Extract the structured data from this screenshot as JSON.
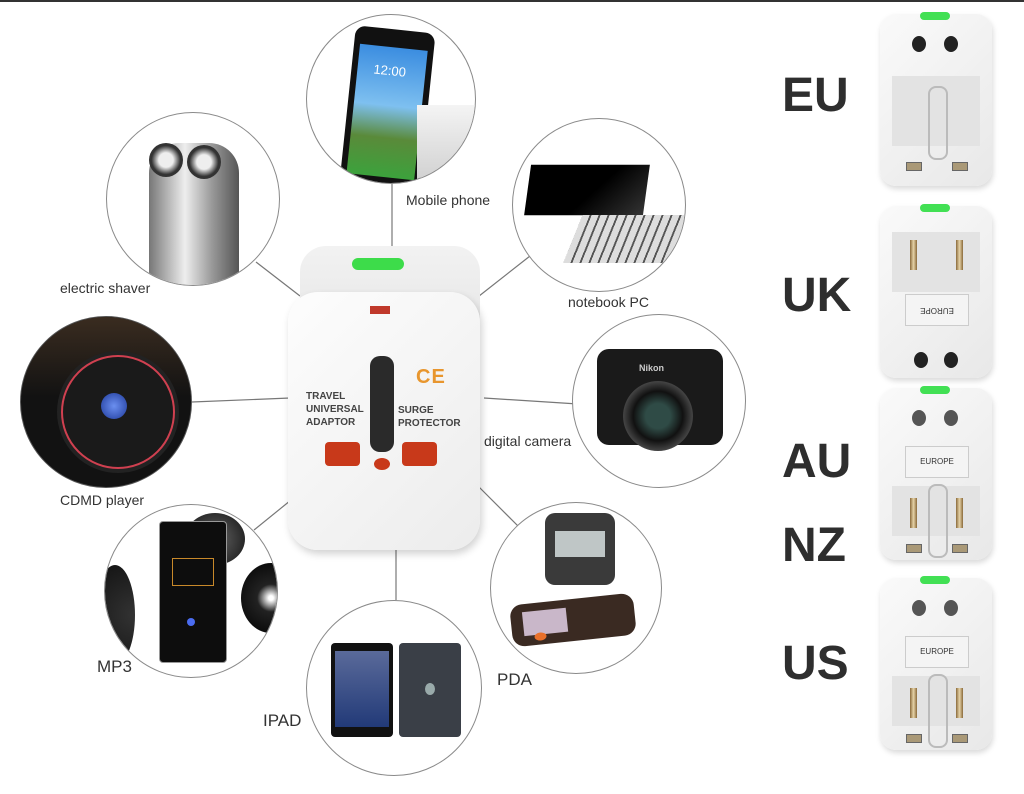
{
  "top_rule_color": "#333333",
  "adapter": {
    "left_text": [
      "TRAVEL",
      "UNIVERSAL",
      "ADAPTOR"
    ],
    "right_text": [
      "SURGE",
      "PROTECTOR"
    ],
    "certification_mark": "CE",
    "colors": {
      "switch": "#3ddc4a",
      "sockets": "#c8391a",
      "led": "#c0392b",
      "ce": "#e8962e"
    }
  },
  "devices": [
    {
      "id": "mobile-phone",
      "label": "Mobile phone",
      "screen_time": "12:00"
    },
    {
      "id": "notebook-pc",
      "label": "notebook PC"
    },
    {
      "id": "digital-camera",
      "label": "digital camera",
      "brand_mark": "Nikon"
    },
    {
      "id": "pda",
      "label": "PDA"
    },
    {
      "id": "ipad",
      "label": "IPAD"
    },
    {
      "id": "mp3",
      "label": "MP3"
    },
    {
      "id": "cdmd-player",
      "label": "CDMD player"
    },
    {
      "id": "electric-shaver",
      "label": "electric shaver"
    }
  ],
  "plug_types": [
    {
      "region": "EU",
      "tag": ""
    },
    {
      "region": "UK",
      "tag": "EUROPE"
    },
    {
      "region": "AU NZ",
      "region_lines": [
        "AU",
        "NZ"
      ],
      "tag": "EUROPE"
    },
    {
      "region": "US",
      "tag": "EUROPE"
    }
  ]
}
